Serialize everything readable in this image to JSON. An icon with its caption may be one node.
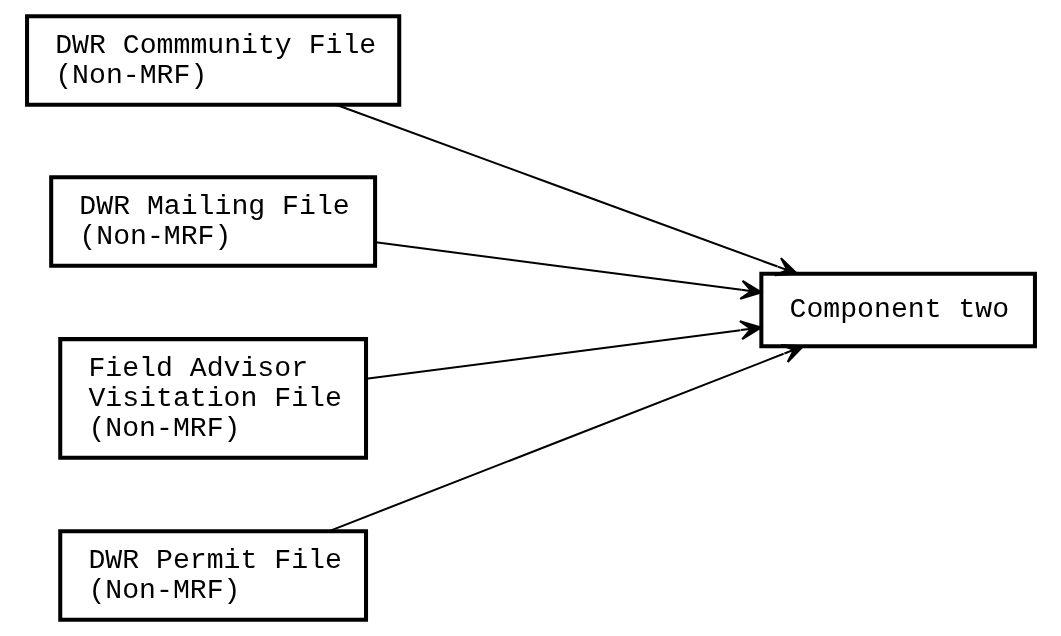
{
  "diagram": {
    "nodes": [
      {
        "text": [
          "DWR Commmunity File (Non-MRF)"
        ]
      },
      {
        "text": [
          "DWR Mailing File (Non-MRF)"
        ]
      },
      {
        "text": [
          "Field Advisor Visitation File (Non-MRF)"
        ]
      },
      {
        "text": [
          "DWR Permit File (Non-MRF)"
        ]
      },
      {
        "text": [
          "Component two"
        ]
      }
    ],
    "edges": [
      {
        "from": 0,
        "to": 4,
        "arrow": "to"
      },
      {
        "from": 1,
        "to": 4,
        "arrow": "to"
      },
      {
        "from": 2,
        "to": 4,
        "arrow": "to"
      },
      {
        "from": 3,
        "to": 4,
        "arrow": "to"
      }
    ]
  }
}
